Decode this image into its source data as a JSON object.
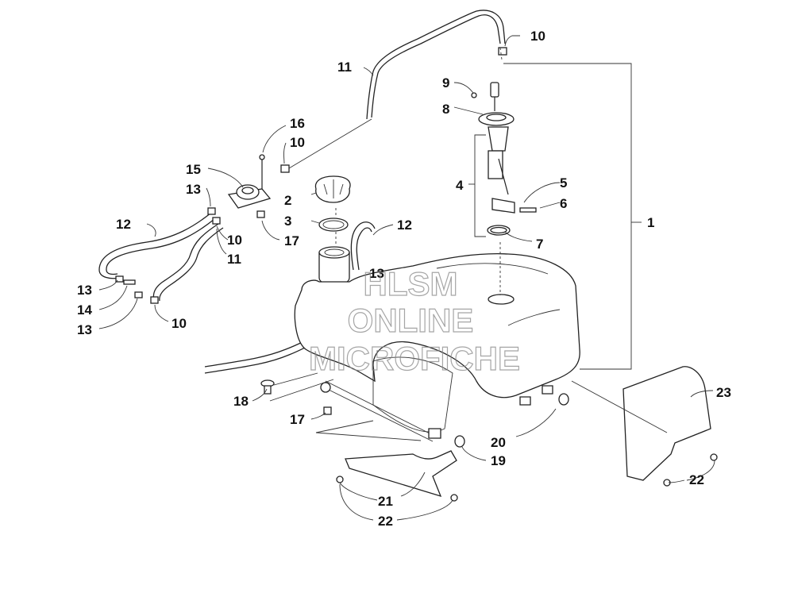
{
  "callouts": {
    "c1": "1",
    "c2": "2",
    "c3": "3",
    "c4": "4",
    "c5": "5",
    "c6": "6",
    "c7": "7",
    "c8": "8",
    "c9": "9",
    "c10a": "10",
    "c10b": "10",
    "c10c": "10",
    "c10d": "10",
    "c11a": "11",
    "c11b": "11",
    "c12a": "12",
    "c12b": "12",
    "c13a": "13",
    "c13b": "13",
    "c13c": "13",
    "c13d": "13",
    "c14": "14",
    "c15": "15",
    "c16": "16",
    "c17a": "17",
    "c17b": "17",
    "c18": "18",
    "c19": "19",
    "c20": "20",
    "c21": "21",
    "c22a": "22",
    "c22b": "22",
    "c23": "23"
  },
  "watermark": {
    "line1": "HLSM",
    "line2": "ONLINE",
    "line3": "MICROFICHE"
  }
}
